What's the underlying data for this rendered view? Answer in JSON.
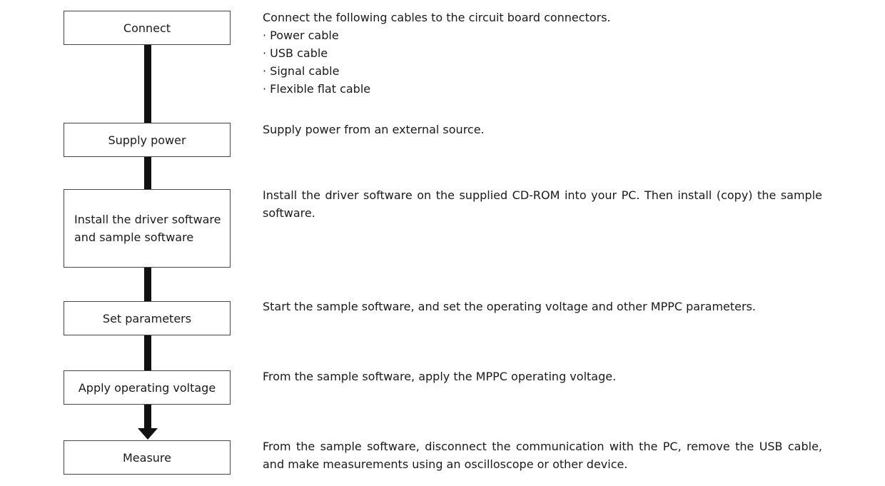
{
  "steps": [
    {
      "label": "Connect",
      "description": "Connect the following cables to the circuit board connectors.",
      "items": [
        "Power cable",
        "USB cable",
        "Signal cable",
        "Flexible flat cable"
      ]
    },
    {
      "label": "Supply power",
      "description": "Supply power from an external source."
    },
    {
      "label": "Install the driver software\nand sample software",
      "description": "Install the driver software on the supplied CD-ROM into your PC. Then install (copy) the sample software."
    },
    {
      "label": "Set parameters",
      "description": "Start the sample software, and set the operating voltage and other MPPC parameters."
    },
    {
      "label": "Apply operating voltage",
      "description": "From the sample software, apply the MPPC operating voltage."
    },
    {
      "label": "Measure",
      "description": "From the sample software, disconnect the communication with the PC, remove the USB cable, and make measurements using an oscilloscope or other device."
    }
  ]
}
